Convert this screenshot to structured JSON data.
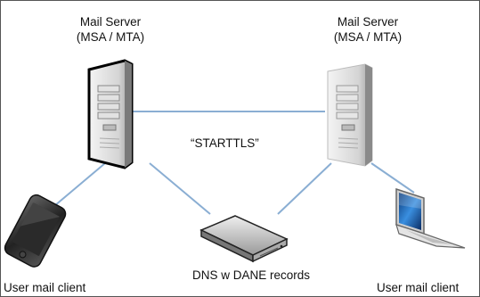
{
  "server_left": {
    "title": "Mail Server",
    "subtitle": "(MSA / MTA)"
  },
  "server_right": {
    "title": "Mail Server",
    "subtitle": "(MSA / MTA)"
  },
  "link_label": "“STARTTLS”",
  "dns_label": "DNS w DANE records",
  "client_left_label": "User mail client",
  "client_right_label": "User mail client",
  "colors": {
    "link": "#8aaed3",
    "tower": "#d8d8d8",
    "frame_border": "#555555"
  },
  "icons": [
    "server-tower-icon",
    "smartphone-icon",
    "dns-appliance-icon",
    "laptop-icon"
  ]
}
